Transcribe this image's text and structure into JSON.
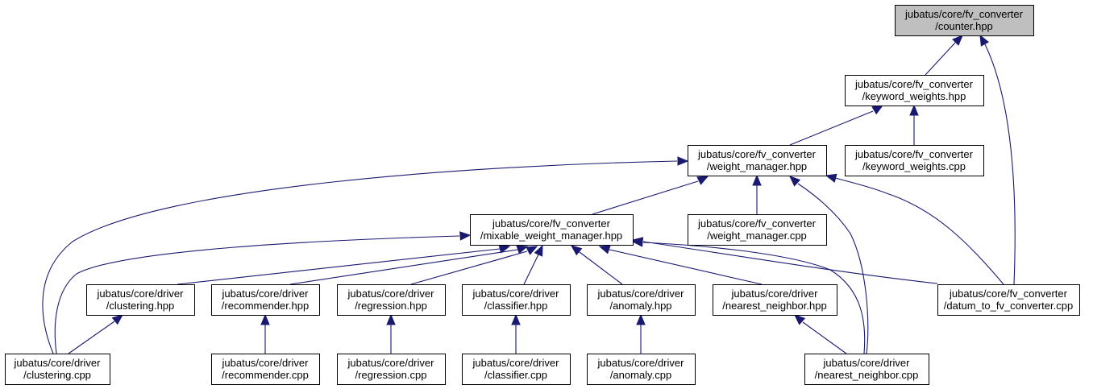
{
  "diagram": {
    "type": "include-dependency-graph",
    "nodes": [
      {
        "id": "counter_hpp",
        "line1": "jubatus/core/fv_converter",
        "line2": "/counter.hpp",
        "highlighted": true
      },
      {
        "id": "keyword_weights_hpp",
        "line1": "jubatus/core/fv_converter",
        "line2": "/keyword_weights.hpp"
      },
      {
        "id": "weight_manager_hpp",
        "line1": "jubatus/core/fv_converter",
        "line2": "/weight_manager.hpp"
      },
      {
        "id": "keyword_weights_cpp",
        "line1": "jubatus/core/fv_converter",
        "line2": "/keyword_weights.cpp"
      },
      {
        "id": "mixable_weight_manager_hpp",
        "line1": "jubatus/core/fv_converter",
        "line2": "/mixable_weight_manager.hpp"
      },
      {
        "id": "weight_manager_cpp",
        "line1": "jubatus/core/fv_converter",
        "line2": "/weight_manager.cpp"
      },
      {
        "id": "clustering_hpp",
        "line1": "jubatus/core/driver",
        "line2": "/clustering.hpp"
      },
      {
        "id": "recommender_hpp",
        "line1": "jubatus/core/driver",
        "line2": "/recommender.hpp"
      },
      {
        "id": "regression_hpp",
        "line1": "jubatus/core/driver",
        "line2": "/regression.hpp"
      },
      {
        "id": "classifier_hpp",
        "line1": "jubatus/core/driver",
        "line2": "/classifier.hpp"
      },
      {
        "id": "anomaly_hpp",
        "line1": "jubatus/core/driver",
        "line2": "/anomaly.hpp"
      },
      {
        "id": "nearest_neighbor_hpp",
        "line1": "jubatus/core/driver",
        "line2": "/nearest_neighbor.hpp"
      },
      {
        "id": "datum_to_fv_converter_cpp",
        "line1": "jubatus/core/fv_converter",
        "line2": "/datum_to_fv_converter.cpp"
      },
      {
        "id": "clustering_cpp",
        "line1": "jubatus/core/driver",
        "line2": "/clustering.cpp"
      },
      {
        "id": "recommender_cpp",
        "line1": "jubatus/core/driver",
        "line2": "/recommender.cpp"
      },
      {
        "id": "regression_cpp",
        "line1": "jubatus/core/driver",
        "line2": "/regression.cpp"
      },
      {
        "id": "classifier_cpp",
        "line1": "jubatus/core/driver",
        "line2": "/classifier.cpp"
      },
      {
        "id": "anomaly_cpp",
        "line1": "jubatus/core/driver",
        "line2": "/anomaly.cpp"
      },
      {
        "id": "nearest_neighbor_cpp",
        "line1": "jubatus/core/driver",
        "line2": "/nearest_neighbor.cpp"
      }
    ],
    "edges": [
      {
        "from": "keyword_weights_hpp",
        "to": "counter_hpp"
      },
      {
        "from": "datum_to_fv_converter_cpp",
        "to": "counter_hpp"
      },
      {
        "from": "weight_manager_hpp",
        "to": "keyword_weights_hpp"
      },
      {
        "from": "keyword_weights_cpp",
        "to": "keyword_weights_hpp"
      },
      {
        "from": "mixable_weight_manager_hpp",
        "to": "weight_manager_hpp"
      },
      {
        "from": "weight_manager_cpp",
        "to": "weight_manager_hpp"
      },
      {
        "from": "clustering_cpp",
        "to": "weight_manager_hpp"
      },
      {
        "from": "nearest_neighbor_cpp",
        "to": "weight_manager_hpp"
      },
      {
        "from": "datum_to_fv_converter_cpp",
        "to": "weight_manager_hpp"
      },
      {
        "from": "clustering_hpp",
        "to": "mixable_weight_manager_hpp"
      },
      {
        "from": "recommender_hpp",
        "to": "mixable_weight_manager_hpp"
      },
      {
        "from": "regression_hpp",
        "to": "mixable_weight_manager_hpp"
      },
      {
        "from": "classifier_hpp",
        "to": "mixable_weight_manager_hpp"
      },
      {
        "from": "anomaly_hpp",
        "to": "mixable_weight_manager_hpp"
      },
      {
        "from": "nearest_neighbor_hpp",
        "to": "mixable_weight_manager_hpp"
      },
      {
        "from": "datum_to_fv_converter_cpp",
        "to": "mixable_weight_manager_hpp"
      },
      {
        "from": "clustering_cpp",
        "to": "mixable_weight_manager_hpp"
      },
      {
        "from": "nearest_neighbor_cpp",
        "to": "mixable_weight_manager_hpp"
      },
      {
        "from": "clustering_cpp",
        "to": "clustering_hpp"
      },
      {
        "from": "recommender_cpp",
        "to": "recommender_hpp"
      },
      {
        "from": "regression_cpp",
        "to": "regression_hpp"
      },
      {
        "from": "classifier_cpp",
        "to": "classifier_hpp"
      },
      {
        "from": "anomaly_cpp",
        "to": "anomaly_hpp"
      },
      {
        "from": "nearest_neighbor_cpp",
        "to": "nearest_neighbor_hpp"
      }
    ],
    "colors": {
      "edge": "#191970",
      "highlighted_node_fill": "#bfbfbf",
      "node_fill": "#ffffff",
      "node_border": "#000000"
    }
  }
}
